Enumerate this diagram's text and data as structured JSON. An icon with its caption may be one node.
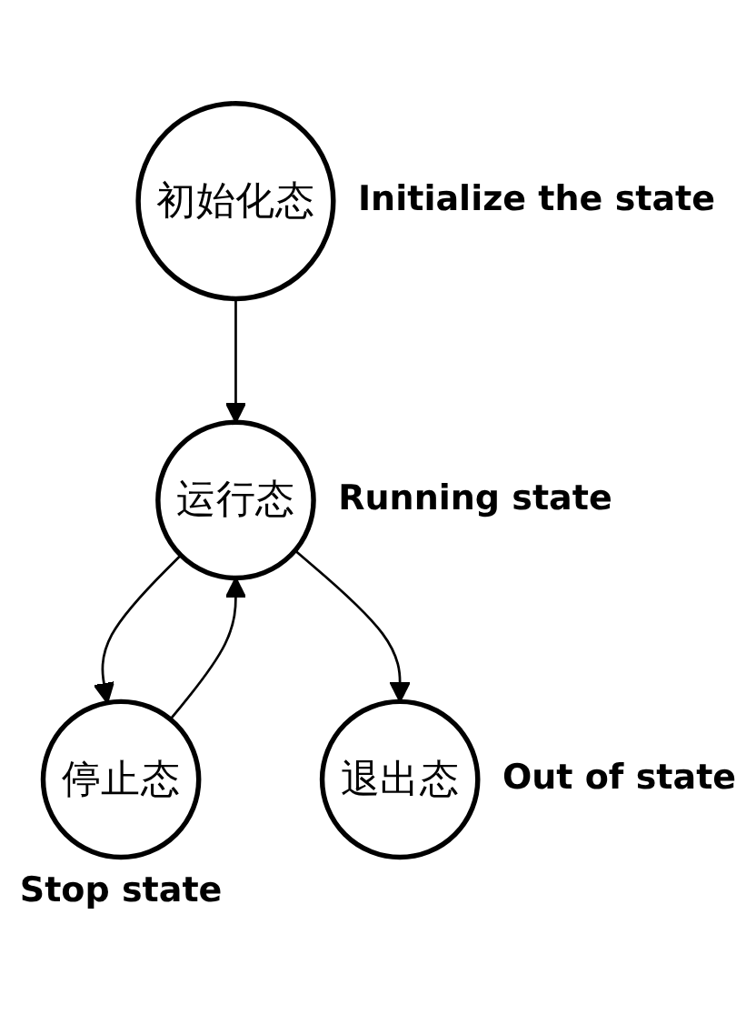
{
  "diagram": {
    "nodes": [
      {
        "text": [
          "初始化态"
        ],
        "beside": [
          "Initialize the state"
        ]
      },
      {
        "text": [
          "运行态"
        ],
        "beside": [
          "Running state"
        ]
      },
      {
        "text": [
          "停止态"
        ],
        "beside": [
          "Stop state"
        ]
      },
      {
        "text": [
          "退出态"
        ],
        "beside": [
          "Out of state"
        ]
      }
    ],
    "edges": [
      {
        "from": 0,
        "to": 1,
        "arrow": "to"
      },
      {
        "from": 2,
        "to": 1,
        "arrow": "to"
      },
      {
        "from": 1,
        "to": 2,
        "arrow": "to"
      },
      {
        "from": 1,
        "to": 3,
        "arrow": "to"
      }
    ]
  }
}
